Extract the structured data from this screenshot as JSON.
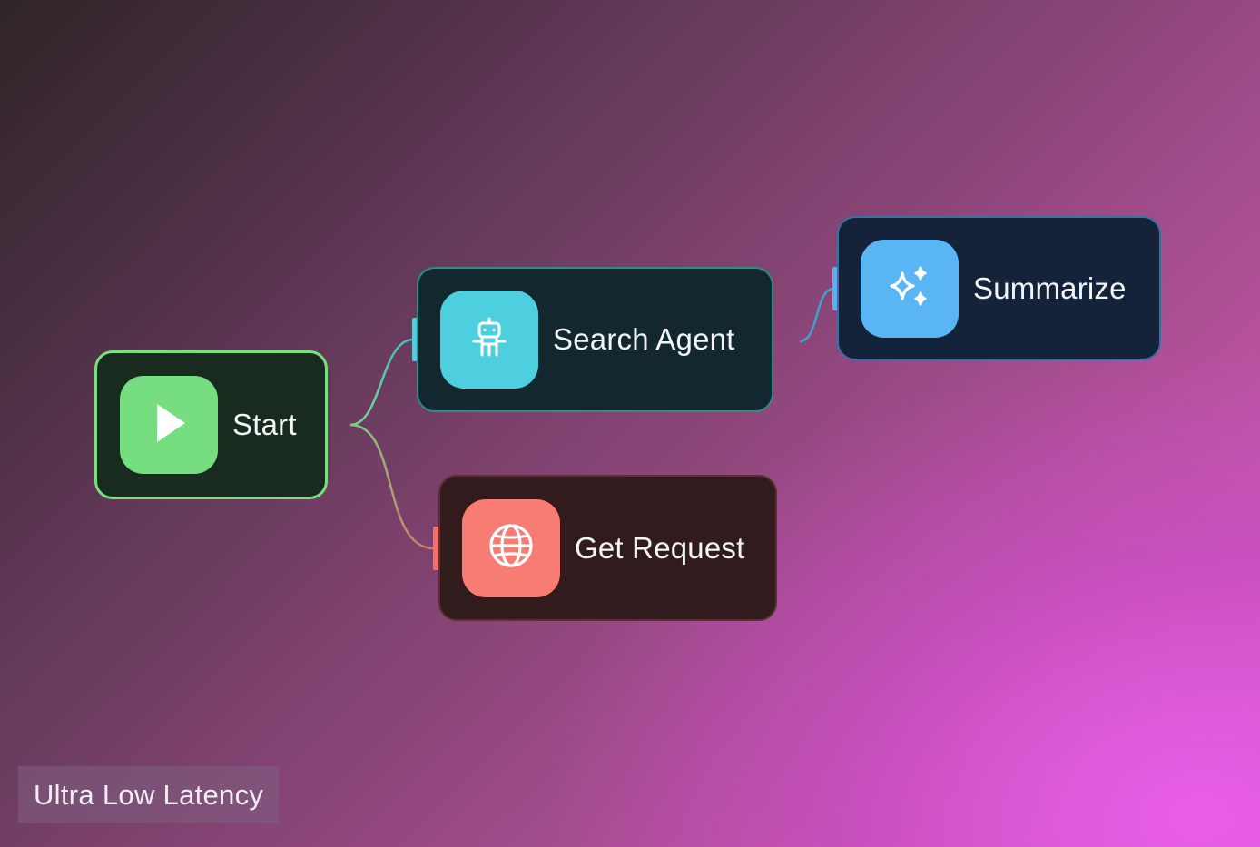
{
  "canvas": {
    "theme": {
      "background_dark": "#2f2528",
      "background_magenta": "#d45ec2",
      "start_accent": "#78e07e",
      "search_accent": "#4ecfdf",
      "summarize_accent": "#5ab5f5",
      "get_accent": "#f77c74"
    },
    "nodes": [
      {
        "id": "start",
        "label": "Start",
        "icon": "play-icon"
      },
      {
        "id": "search",
        "label": "Search Agent",
        "icon": "robot-icon"
      },
      {
        "id": "summarize",
        "label": "Summarize",
        "icon": "sparkles-icon"
      },
      {
        "id": "get",
        "label": "Get Request",
        "icon": "globe-icon"
      }
    ],
    "edges": [
      {
        "from": "start",
        "to": "search"
      },
      {
        "from": "start",
        "to": "get"
      },
      {
        "from": "search",
        "to": "summarize"
      }
    ]
  },
  "caption": {
    "text": "Ultra Low Latency"
  }
}
